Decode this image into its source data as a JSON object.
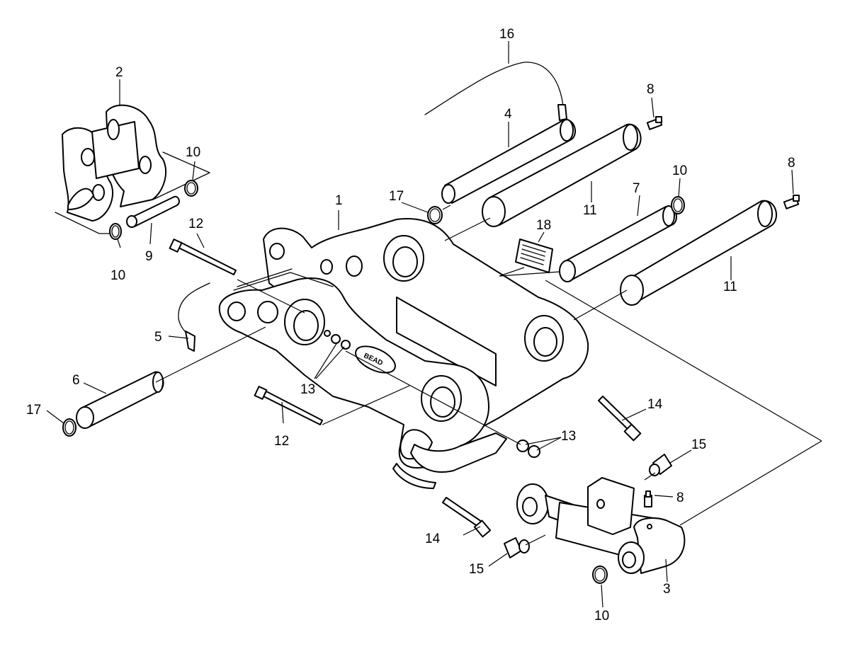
{
  "labels": {
    "l1": "1",
    "l2": "2",
    "l3": "3",
    "l4": "4",
    "l5": "5",
    "l6": "6",
    "l7": "7",
    "l8a": "8",
    "l8b": "8",
    "l8c": "8",
    "l9": "9",
    "l10a": "10",
    "l10b": "10",
    "l10c": "10",
    "l10d": "10",
    "l11a": "11",
    "l11b": "11",
    "l12a": "12",
    "l12b": "12",
    "l13a": "13",
    "l13b": "13",
    "l14a": "14",
    "l14b": "14",
    "l15a": "15",
    "l15b": "15",
    "l16": "16",
    "l17a": "17",
    "l17b": "17",
    "l18": "18"
  },
  "logo_text": "BEAD",
  "colors": {
    "line": "#000000",
    "background": "#ffffff"
  }
}
